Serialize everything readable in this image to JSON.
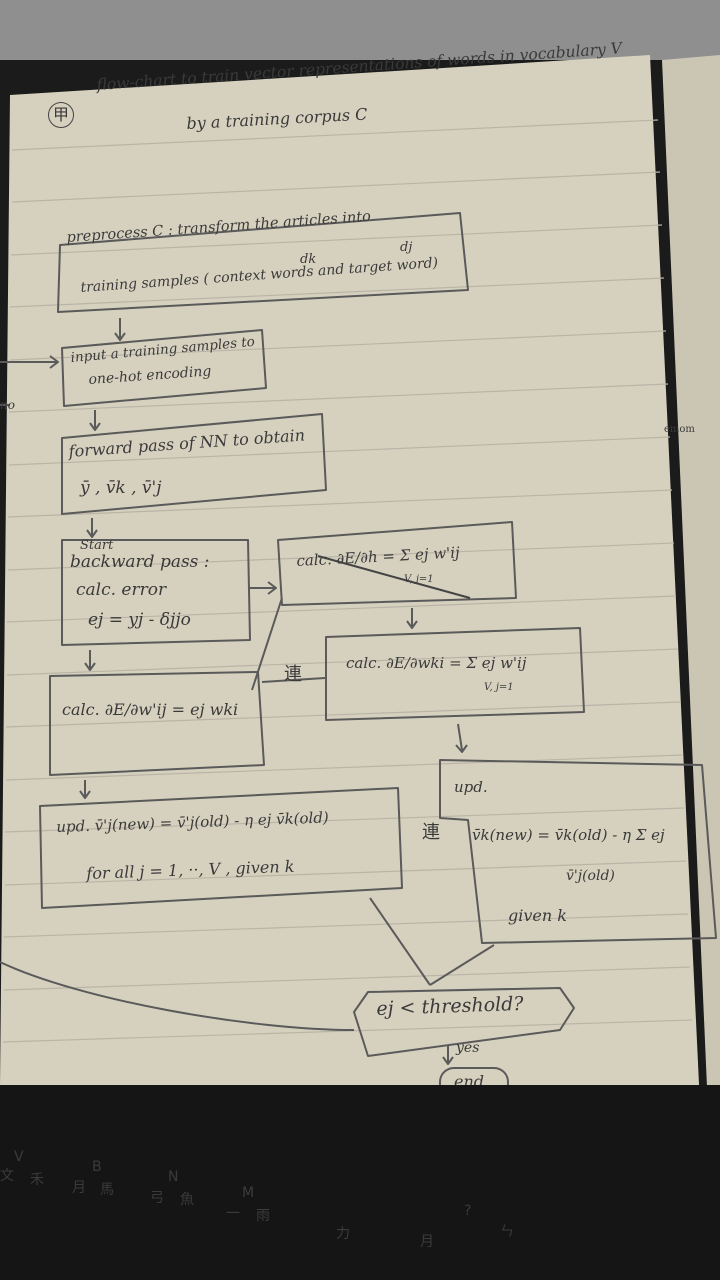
{
  "page": {
    "title_symbol": "甲",
    "title_line1": "flow-chart to train vector representations of words in vocabulary V",
    "title_line2": "by a training corpus C"
  },
  "flowchart": {
    "box_preprocess": {
      "line1": "preprocess C : transform the articles into",
      "annotation1": "dk",
      "annotation2": "dj",
      "line2": "training samples ( context words and target word)"
    },
    "box_input": {
      "line1": "input a training samples to",
      "line2": "one-hot encoding"
    },
    "loop_label": "no",
    "box_forward": {
      "line1": "forward pass of NN to obtain",
      "line2": "ȳ , v̄k , v̄'j"
    },
    "box_backward": {
      "line1": "Start",
      "line2": "backward pass :",
      "line3": "calc. error",
      "line4": "ej = yj - δjjo"
    },
    "box_calc_crossed": {
      "line1": "calc. ∂E/∂h = Σ ej w'ij",
      "note": "V, j=1"
    },
    "box_calc_w": {
      "line1": "calc. ∂E/∂w'ij = ej wki"
    },
    "connector_label": "連",
    "box_calc_wki": {
      "line1": "calc. ∂E/∂wki = Σ ej w'ij",
      "note": "V, j=1"
    },
    "box_update_j": {
      "line1": "upd. v̄'j(new) = v̄'j(old) - η ej v̄k(old)",
      "line2": "for all j = 1, ··, V , given k"
    },
    "connector_label2": "連",
    "box_update_k": {
      "line1": "upd.",
      "line2": "v̄k(new) = v̄k(old) - η Σ ej",
      "line3": "v̄'j(old)",
      "line4": "given k"
    },
    "decision": "ej < threshold?",
    "yes_label": "yes",
    "end_label": "end"
  },
  "side_tab": "emom",
  "keyboard_keys": [
    "V",
    "文",
    "禾",
    "B",
    "月",
    "馬",
    "N",
    "弓",
    "魚",
    "M",
    "一",
    "雨",
    "力",
    "月",
    "?",
    "ㄣ"
  ],
  "colors": {
    "paper": "#d6d1bf",
    "ink": "#3a3a3a",
    "ruling": "#b9b6ae",
    "desk": "#1b1b1b"
  }
}
